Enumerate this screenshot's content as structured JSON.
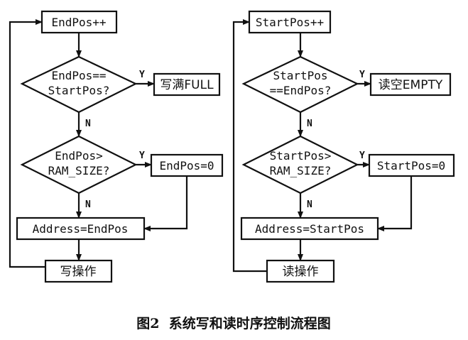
{
  "left": {
    "increment": "EndPos++",
    "cond1_line1": "EndPos==",
    "cond1_line2": "StartPos?",
    "yes1": "写满FULL",
    "cond2_line1": "EndPos>",
    "cond2_line2": "RAM_SIZE?",
    "yes2": "EndPos=0",
    "assign": "Address=EndPos",
    "op": "写操作"
  },
  "right": {
    "increment": "StartPos++",
    "cond1_line1": "StartPos",
    "cond1_line2": "==EndPos?",
    "yes1": "读空EMPTY",
    "cond2_line1": "StartPos>",
    "cond2_line2": "RAM_SIZE?",
    "yes2": "StartPos=0",
    "assign": "Address=StartPos",
    "op": "读操作"
  },
  "branch_labels": {
    "yes": "Y",
    "no": "N"
  },
  "caption": "图2  系统写和读时序控制流程图"
}
